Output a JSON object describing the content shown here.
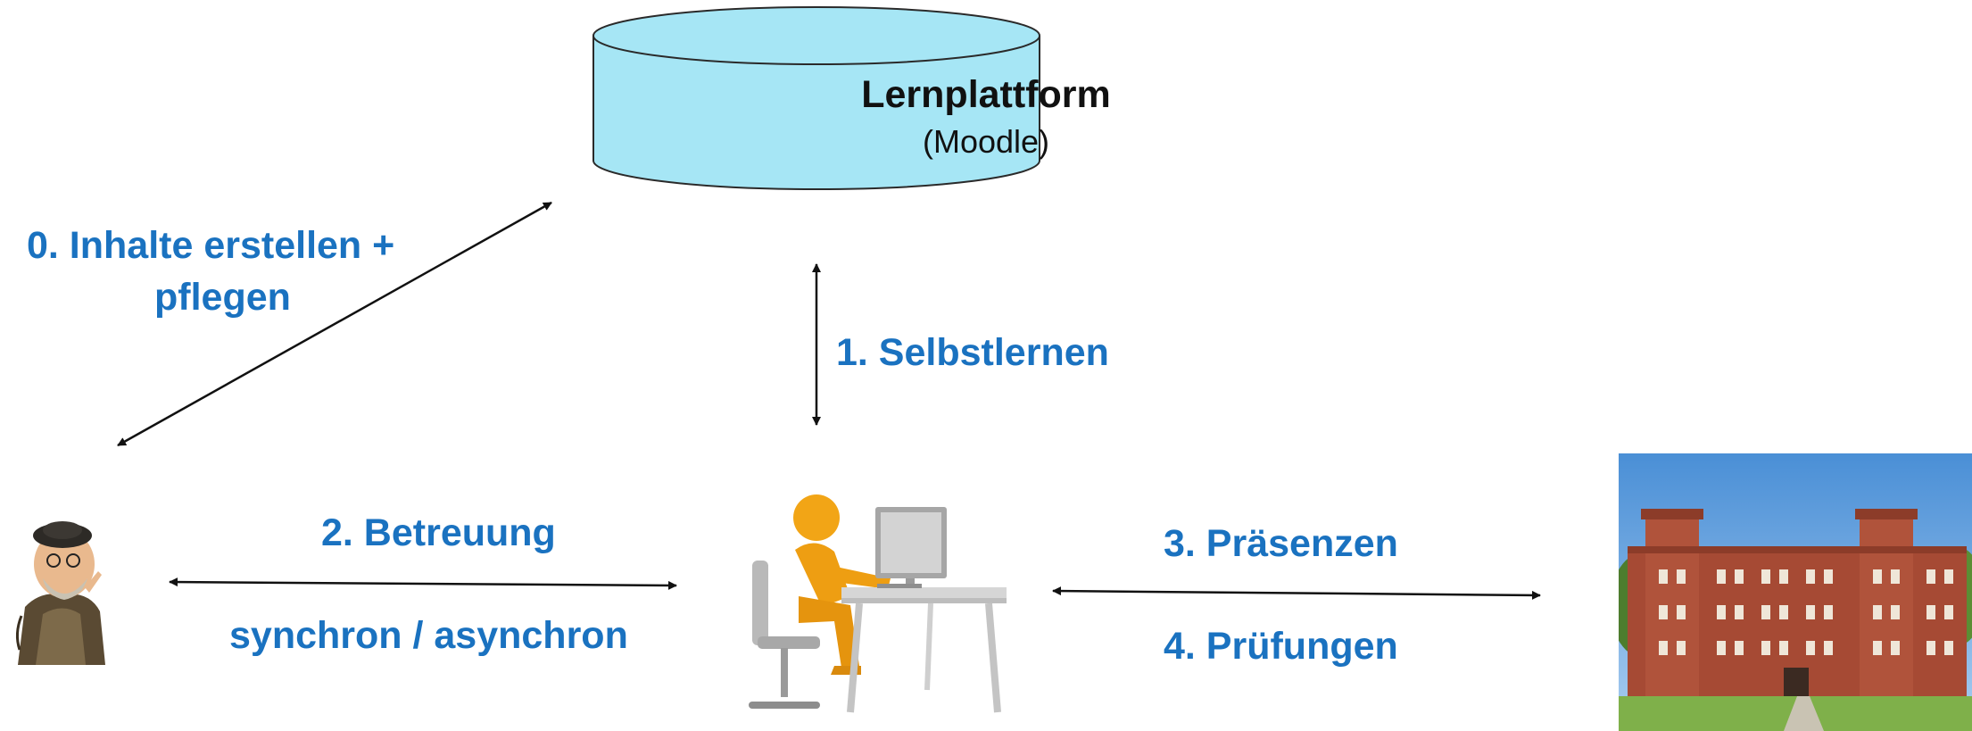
{
  "database": {
    "title": "Lernplattform",
    "subtitle": "(Moodle)",
    "fill_color": "#a6e6f5",
    "stroke_color": "#2a2a2a"
  },
  "edges": {
    "create_content": {
      "line1": "0. Inhalte erstellen +",
      "line2": "pflegen"
    },
    "self_learning": "1. Selbstlernen",
    "support": "2. Betreuung",
    "support_mode": "synchron / asynchron",
    "attendance": "3. Präsenzen",
    "exams": "4. Prüfungen"
  },
  "actors": {
    "tutor_icon": "professor-caricature-icon",
    "learner_icon": "person-at-computer-icon",
    "university_icon": "university-building-photo"
  },
  "colors": {
    "label_blue": "#1a72c0",
    "arrow": "#111111"
  }
}
